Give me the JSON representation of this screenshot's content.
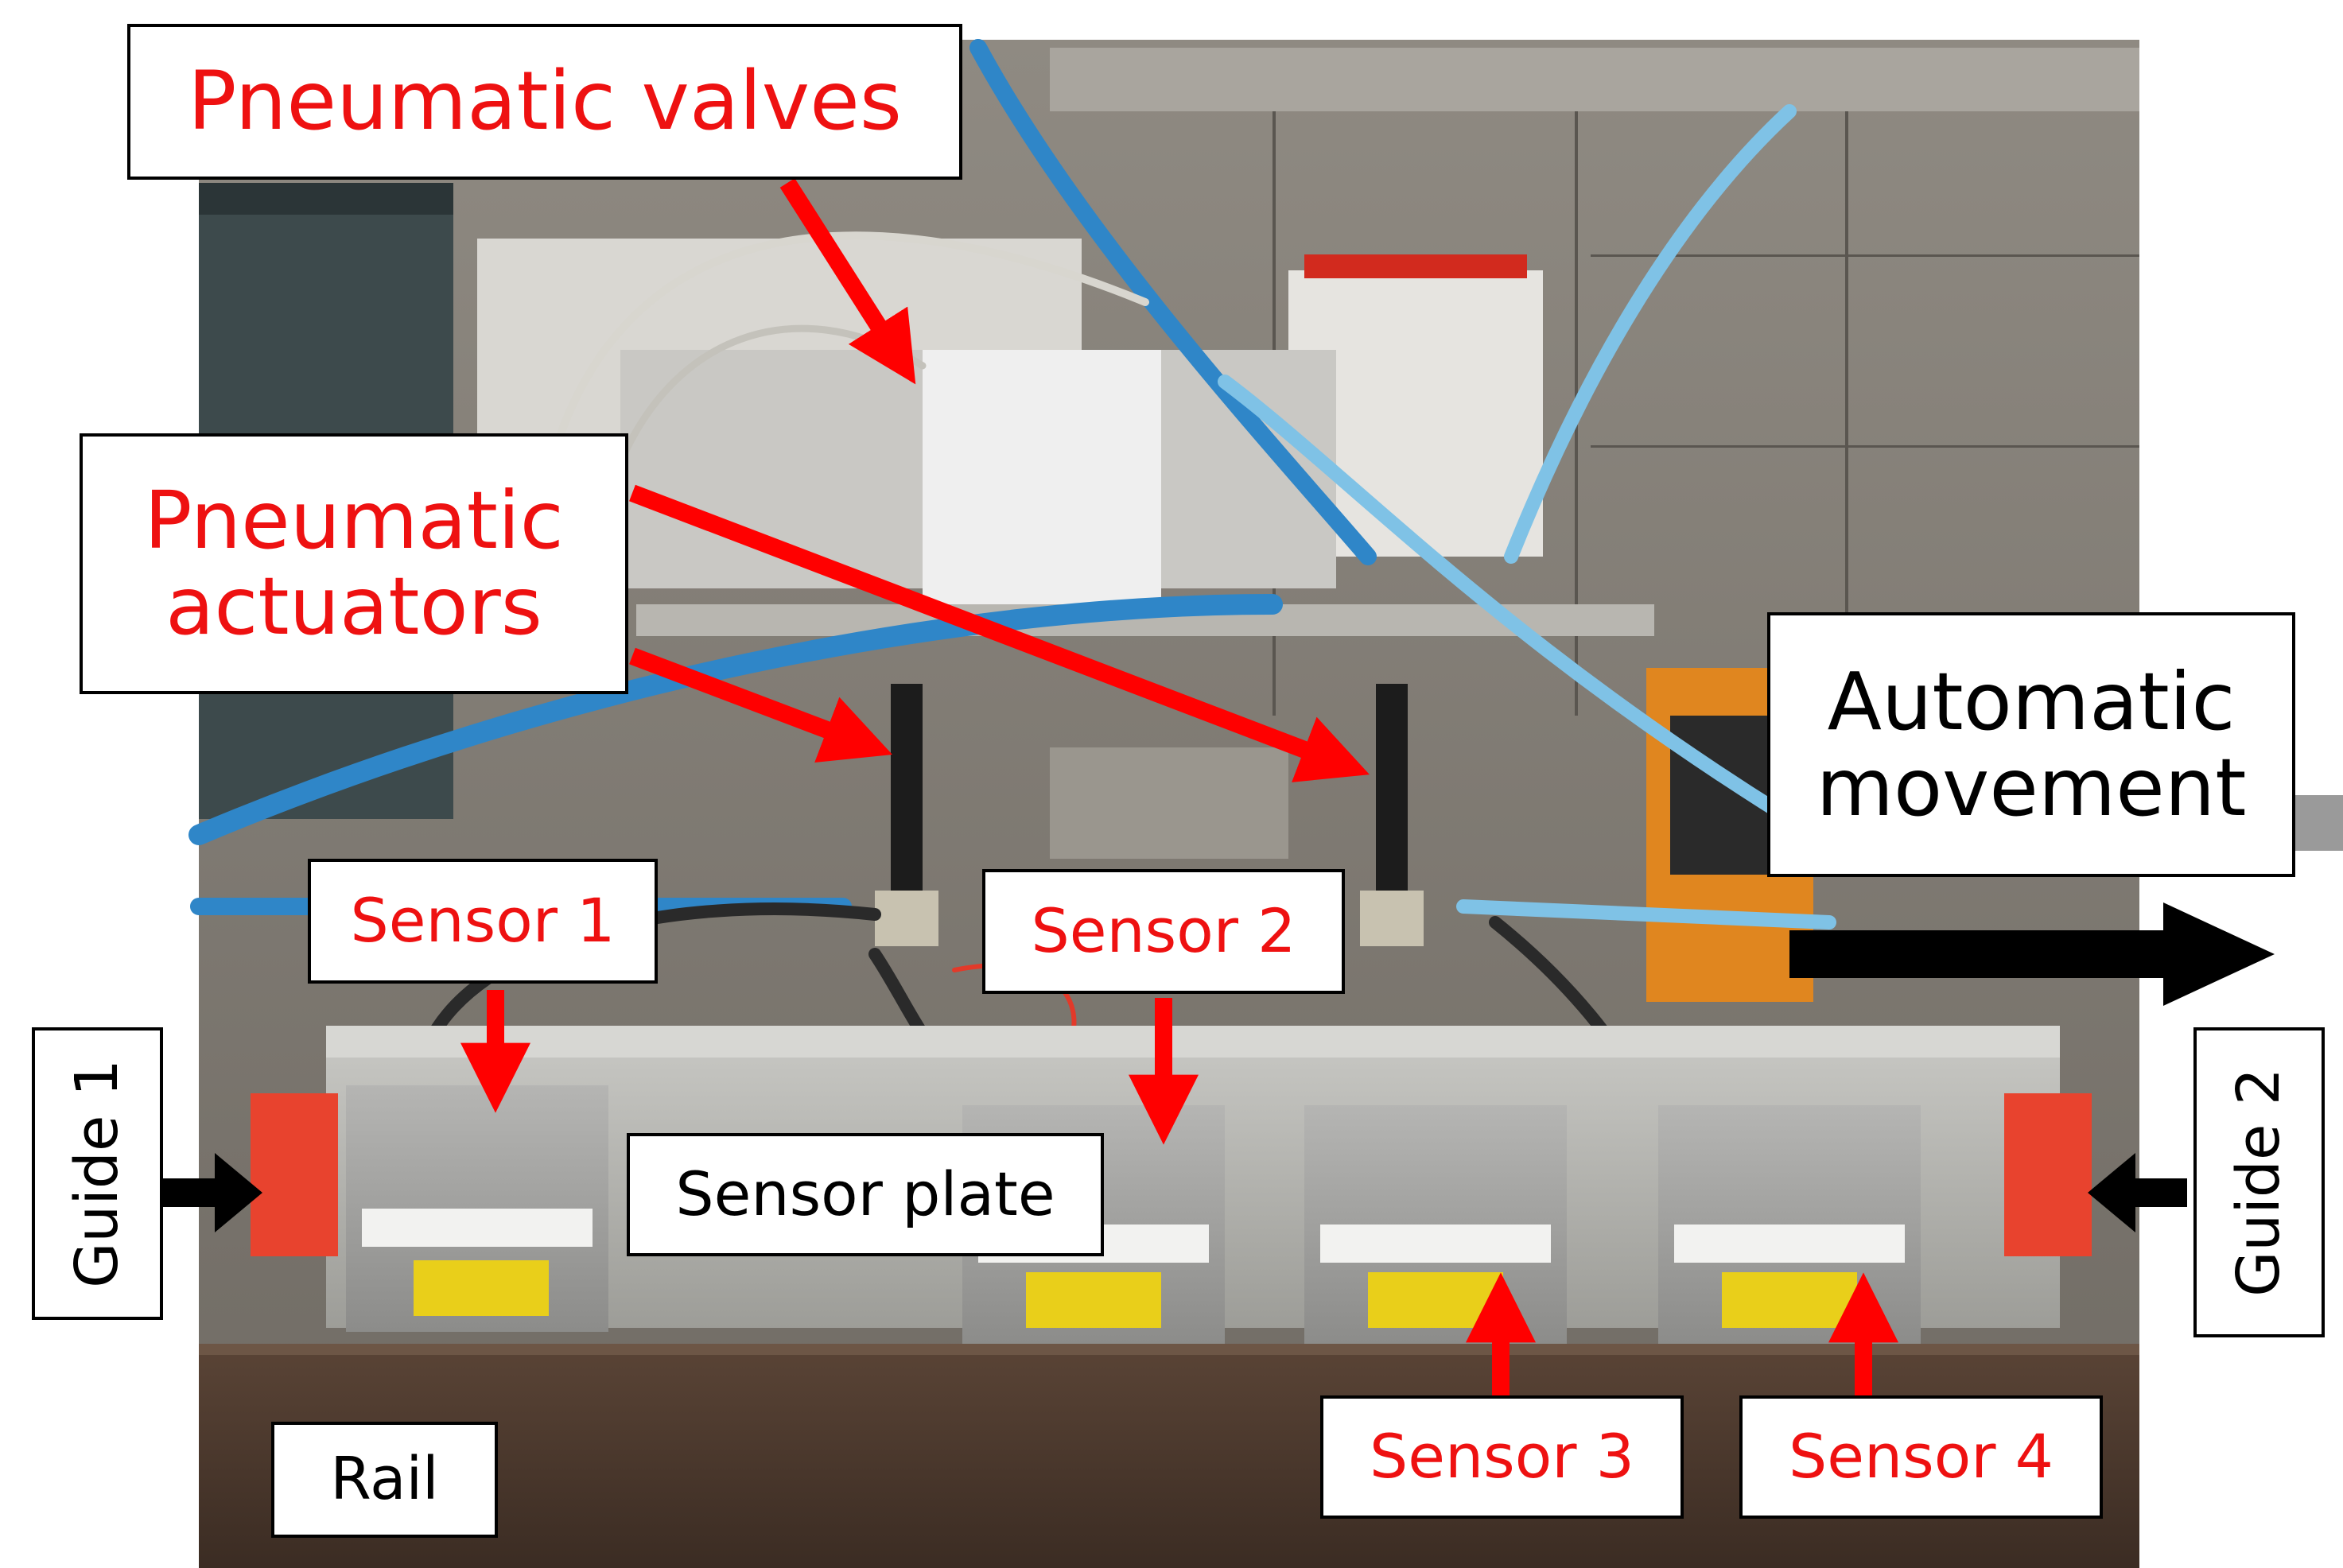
{
  "figure": {
    "description_hidden": false
  },
  "labels": {
    "pneumatic_valves": "Pneumatic valves",
    "pneumatic_actuators_line1": "Pneumatic",
    "pneumatic_actuators_line2": "actuators",
    "automatic_movement_line1": "Automatic",
    "automatic_movement_line2": "movement",
    "sensor_1": "Sensor 1",
    "sensor_2": "Sensor 2",
    "sensor_3": "Sensor 3",
    "sensor_4": "Sensor 4",
    "sensor_plate": "Sensor plate",
    "rail": "Rail",
    "guide_1": "Guide 1",
    "guide_2": "Guide 2"
  },
  "colors": {
    "label_red": "#ee1111",
    "arrow_red": "#ff0000",
    "arrow_black": "#000000"
  }
}
